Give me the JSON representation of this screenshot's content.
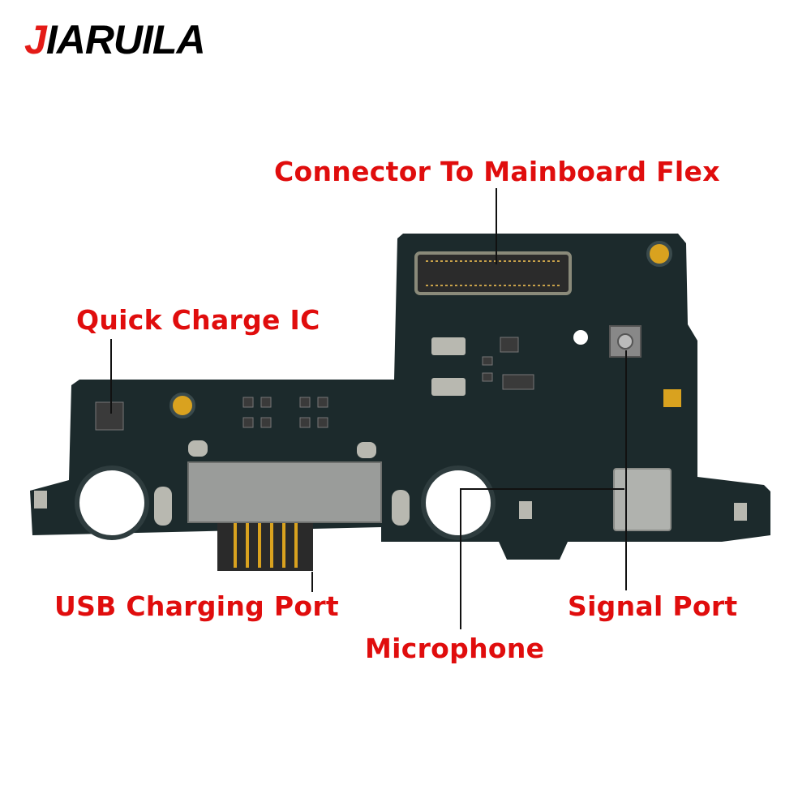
{
  "brand": {
    "logo_text": "JIARUILA",
    "logo_first": "J",
    "logo_rest": "IARUILA",
    "accent": "#e00d0d"
  },
  "labels": {
    "connector": "Connector To Mainboard Flex",
    "quick_charge": "Quick Charge IC",
    "usb": "USB Charging Port",
    "microphone": "Microphone",
    "signal": "Signal Port"
  },
  "colors": {
    "board": "#1c2a2c",
    "pad": "#d9a21f",
    "metal": "#9a9c9a",
    "leader": "#111111"
  }
}
